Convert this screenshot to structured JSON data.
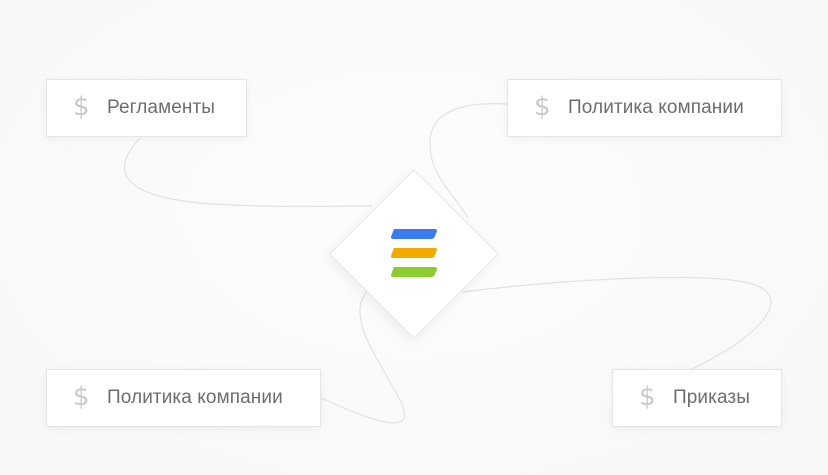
{
  "cards": {
    "top_left": {
      "label": "Регламенты",
      "icon": "dollar-icon",
      "icon_glyph": "$"
    },
    "top_right": {
      "label": "Политика компании",
      "icon": "dollar-icon",
      "icon_glyph": "$"
    },
    "bottom_left": {
      "label": "Политика компании",
      "icon": "dollar-icon",
      "icon_glyph": "$"
    },
    "bottom_right": {
      "label": "Приказы",
      "icon": "dollar-icon",
      "icon_glyph": "$"
    }
  },
  "hub": {
    "logo": "stacked-layers-logo",
    "colors": [
      "#3d7cf0",
      "#f2a900",
      "#8ccc2c"
    ]
  },
  "connector_color": "#e2e2e2"
}
